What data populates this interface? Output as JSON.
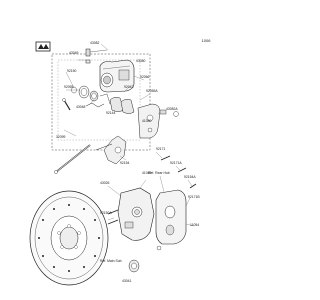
{
  "diagram": {
    "code": "1006",
    "labels": [
      {
        "id": "p1",
        "text": "43082"
      },
      {
        "id": "p2",
        "text": "43049"
      },
      {
        "id": "p3",
        "text": "92150"
      },
      {
        "id": "p4",
        "text": "92055"
      },
      {
        "id": "p5",
        "text": "43048"
      },
      {
        "id": "p6",
        "text": "43080"
      },
      {
        "id": "p7",
        "text": "92066"
      },
      {
        "id": "p8",
        "text": "92055A"
      },
      {
        "id": "p9",
        "text": "92144"
      },
      {
        "id": "p10",
        "text": "92043"
      },
      {
        "id": "p11",
        "text": "43082A"
      },
      {
        "id": "p12",
        "text": "32099"
      },
      {
        "id": "p13",
        "text": "92154"
      },
      {
        "id": "p14",
        "text": "41080"
      },
      {
        "id": "p15",
        "text": "41049"
      },
      {
        "id": "p16",
        "text": "43026"
      },
      {
        "id": "p17",
        "text": "92171"
      },
      {
        "id": "p18",
        "text": "92171A"
      },
      {
        "id": "p19",
        "text": "92154A"
      },
      {
        "id": "p20",
        "text": "92171B"
      },
      {
        "id": "p21",
        "text": "92150A"
      },
      {
        "id": "p22",
        "text": "11054"
      },
      {
        "id": "p23",
        "text": "43041"
      }
    ],
    "notes": [
      {
        "id": "n1",
        "text": "Ref. Rear Hub"
      },
      {
        "id": "n2",
        "text": "Ref. Main Sub"
      }
    ]
  }
}
